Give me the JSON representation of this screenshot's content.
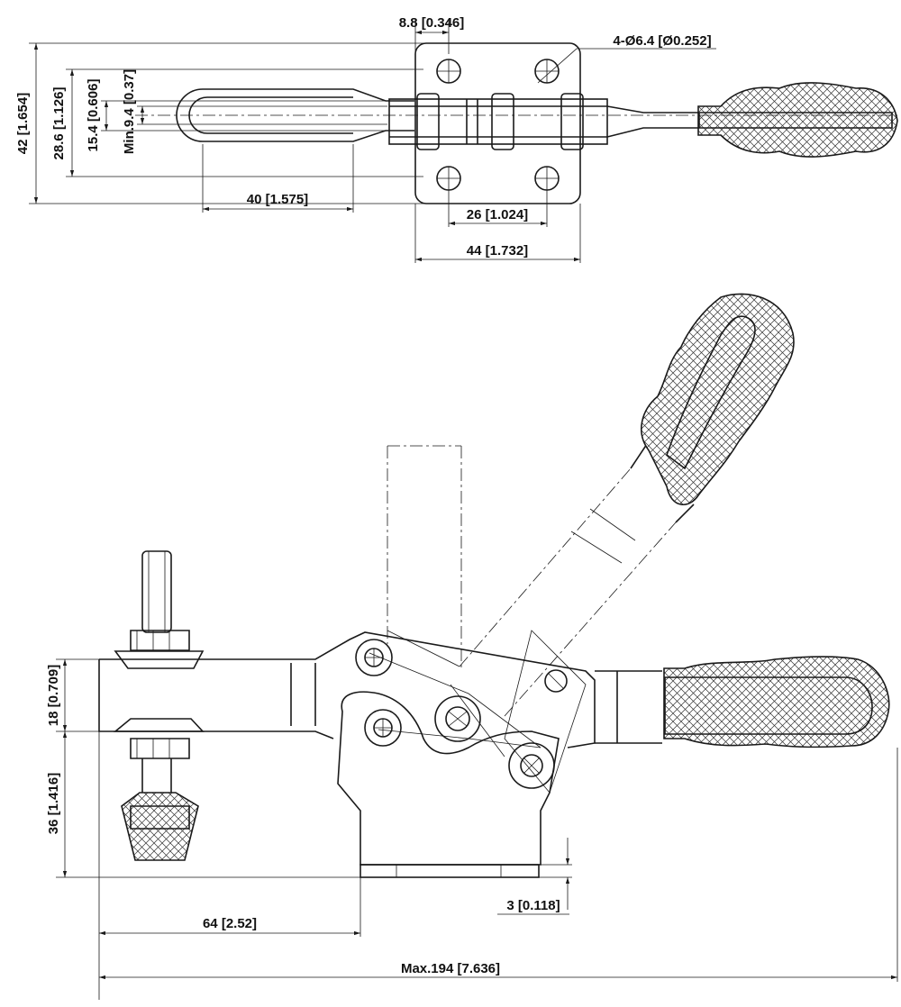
{
  "dimensions": {
    "hole_spacing": "8.8 [0.346]",
    "holes": "4-Ø6.4 [Ø0.252]",
    "height_total": "42 [1.654]",
    "height_mid": "28.6 [1.126]",
    "height_inner": "15.4 [0.606]",
    "slot_min": "Min.9.4 [0.37]",
    "slot_length": "40 [1.575]",
    "bolt_spacing": "26 [1.024]",
    "base_width": "44 [1.732]",
    "arm_thickness": "18 [0.709]",
    "base_height": "36 [1.416]",
    "reach": "64 [2.52]",
    "base_plate": "3 [0.118]",
    "overall_length": "Max.194 [7.636]"
  }
}
